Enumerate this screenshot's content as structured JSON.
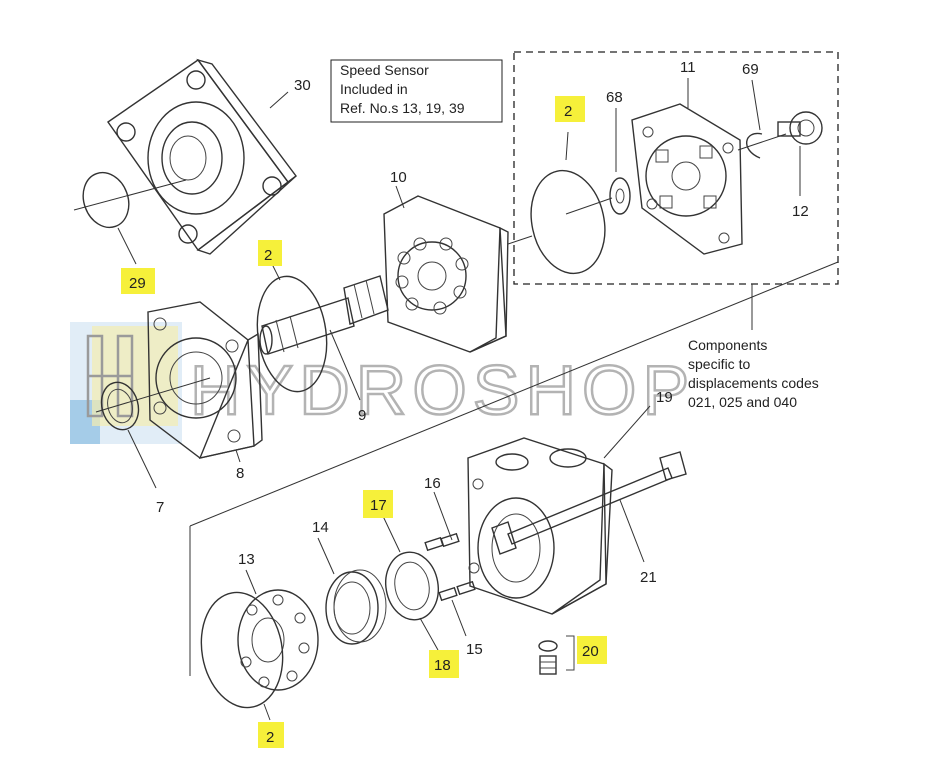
{
  "watermark": {
    "text": "HYDROSHOP"
  },
  "notes": {
    "speed_sensor": [
      "Speed Sensor",
      "Included in",
      "Ref. No.s 13, 19, 39"
    ],
    "components": [
      "Components",
      "specific to",
      "displacements codes",
      "021, 025 and 040"
    ]
  },
  "callouts": {
    "c30": "30",
    "c2_top": "2",
    "c68": "68",
    "c11": "11",
    "c69": "69",
    "c10": "10",
    "c12": "12",
    "c29": "29",
    "c2_mid": "2",
    "c9": "9",
    "c8": "8",
    "c7": "7",
    "c19": "19",
    "c16": "16",
    "c17": "17",
    "c14": "14",
    "c13": "13",
    "c21": "21",
    "c15": "15",
    "c18": "18",
    "c20": "20",
    "c2_bot": "2"
  },
  "highlighted_callouts": [
    "2",
    "29",
    "17",
    "18",
    "20"
  ],
  "colors": {
    "highlight": "#f6f03a",
    "line": "#333333",
    "watermark": "#9a9a9a"
  }
}
